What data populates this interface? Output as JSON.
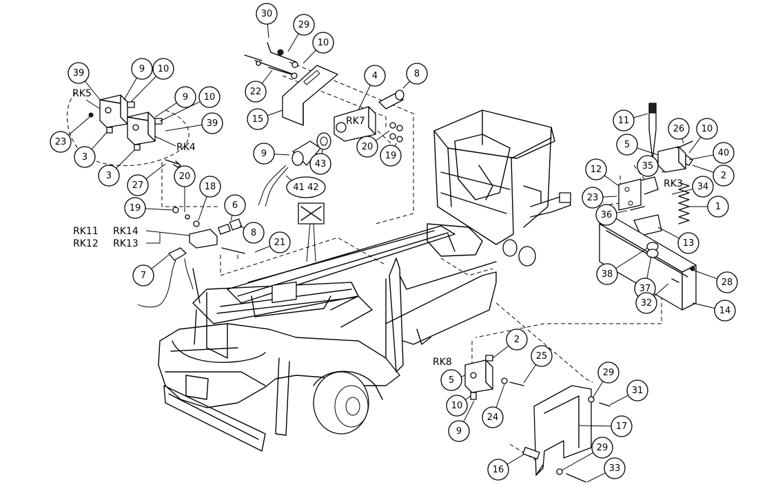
{
  "callouts": [
    {
      "id": "c30",
      "label": "30"
    },
    {
      "id": "c29a",
      "label": "29"
    },
    {
      "id": "c10a",
      "label": "10"
    },
    {
      "id": "c22",
      "label": "22"
    },
    {
      "id": "c15",
      "label": "15"
    },
    {
      "id": "c4",
      "label": "4"
    },
    {
      "id": "c8a",
      "label": "8"
    },
    {
      "id": "c20a",
      "label": "20"
    },
    {
      "id": "c19a",
      "label": "19"
    },
    {
      "id": "c9a",
      "label": "9"
    },
    {
      "id": "c43",
      "label": "43"
    },
    {
      "id": "c4142",
      "label": "41 42"
    },
    {
      "id": "c39a",
      "label": "39"
    },
    {
      "id": "c9b",
      "label": "9"
    },
    {
      "id": "c10b",
      "label": "10"
    },
    {
      "id": "c9c",
      "label": "9"
    },
    {
      "id": "c10c",
      "label": "10"
    },
    {
      "id": "c39b",
      "label": "39"
    },
    {
      "id": "c23a",
      "label": "23"
    },
    {
      "id": "c3a",
      "label": "3"
    },
    {
      "id": "c3b",
      "label": "3"
    },
    {
      "id": "c27",
      "label": "27"
    },
    {
      "id": "c20b",
      "label": "20"
    },
    {
      "id": "c18",
      "label": "18"
    },
    {
      "id": "c6",
      "label": "6"
    },
    {
      "id": "c19b",
      "label": "19"
    },
    {
      "id": "c8b",
      "label": "8"
    },
    {
      "id": "c21",
      "label": "21"
    },
    {
      "id": "c7",
      "label": "7"
    },
    {
      "id": "c11",
      "label": "11"
    },
    {
      "id": "c26",
      "label": "26"
    },
    {
      "id": "c10d",
      "label": "10"
    },
    {
      "id": "c5a",
      "label": "5"
    },
    {
      "id": "c40",
      "label": "40"
    },
    {
      "id": "c2a",
      "label": "2"
    },
    {
      "id": "c12",
      "label": "12"
    },
    {
      "id": "c35",
      "label": "35"
    },
    {
      "id": "c34",
      "label": "34"
    },
    {
      "id": "c23b",
      "label": "23"
    },
    {
      "id": "c1",
      "label": "1"
    },
    {
      "id": "c36",
      "label": "36"
    },
    {
      "id": "c13",
      "label": "13"
    },
    {
      "id": "c38",
      "label": "38"
    },
    {
      "id": "c37",
      "label": "37"
    },
    {
      "id": "c28",
      "label": "28"
    },
    {
      "id": "c32",
      "label": "32"
    },
    {
      "id": "c14",
      "label": "14"
    },
    {
      "id": "c2b",
      "label": "2"
    },
    {
      "id": "c25",
      "label": "25"
    },
    {
      "id": "c5b",
      "label": "5"
    },
    {
      "id": "c10e",
      "label": "10"
    },
    {
      "id": "c24",
      "label": "24"
    },
    {
      "id": "c9d",
      "label": "9"
    },
    {
      "id": "c29b",
      "label": "29"
    },
    {
      "id": "c31",
      "label": "31"
    },
    {
      "id": "c17",
      "label": "17"
    },
    {
      "id": "c16",
      "label": "16"
    },
    {
      "id": "c29c",
      "label": "29"
    },
    {
      "id": "c33",
      "label": "33"
    }
  ],
  "rk_labels": {
    "rk5": "RK5",
    "rk4": "RK4",
    "rk7": "RK7",
    "rk3": "RK3",
    "rk8": "RK8",
    "rk11": "RK11",
    "rk12": "RK12",
    "rk13": "RK13",
    "rk14": "RK14"
  }
}
